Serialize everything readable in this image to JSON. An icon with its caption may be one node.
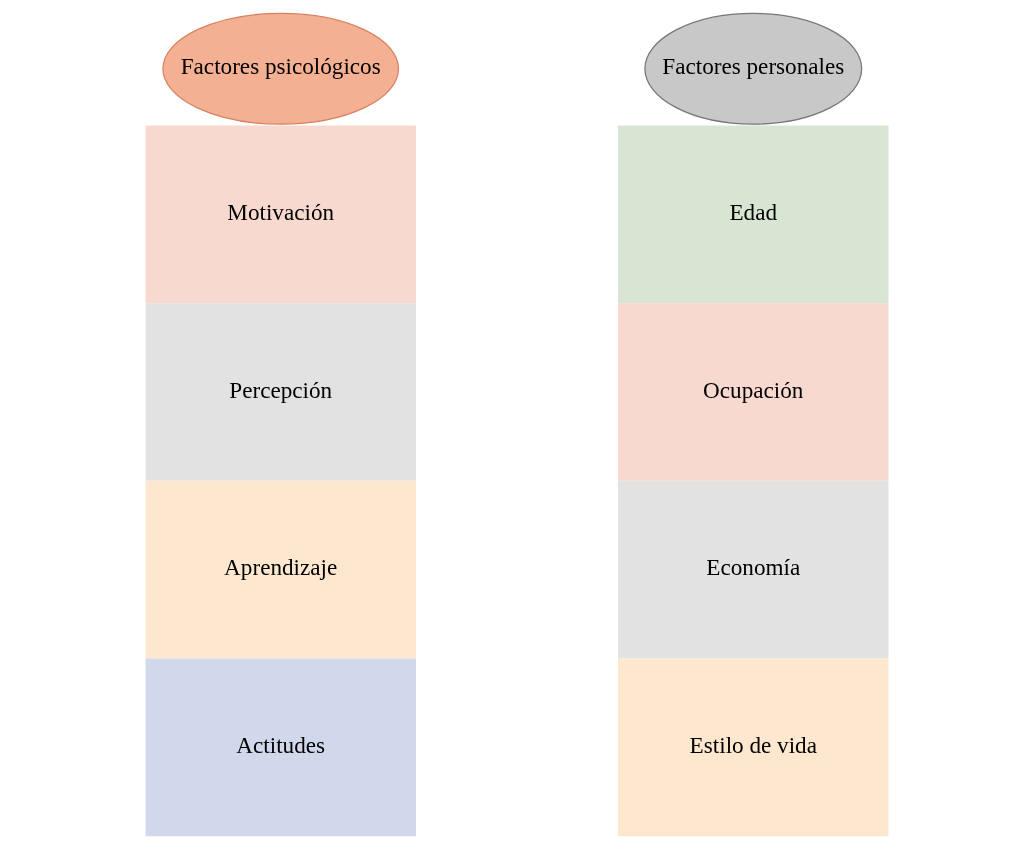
{
  "diagram": {
    "nodes": [
      {
        "text": [
          "Factores psicológicos"
        ]
      },
      {
        "text": [
          "Motivación"
        ]
      },
      {
        "text": [
          "Percepción"
        ]
      },
      {
        "text": [
          "Aprendizaje"
        ]
      },
      {
        "text": [
          "Actitudes"
        ]
      },
      {
        "text": [
          "Factores personales"
        ]
      },
      {
        "text": [
          "Edad"
        ]
      },
      {
        "text": [
          "Ocupación"
        ]
      },
      {
        "text": [
          "Economía"
        ]
      },
      {
        "text": [
          "Estilo de vida"
        ]
      }
    ]
  }
}
